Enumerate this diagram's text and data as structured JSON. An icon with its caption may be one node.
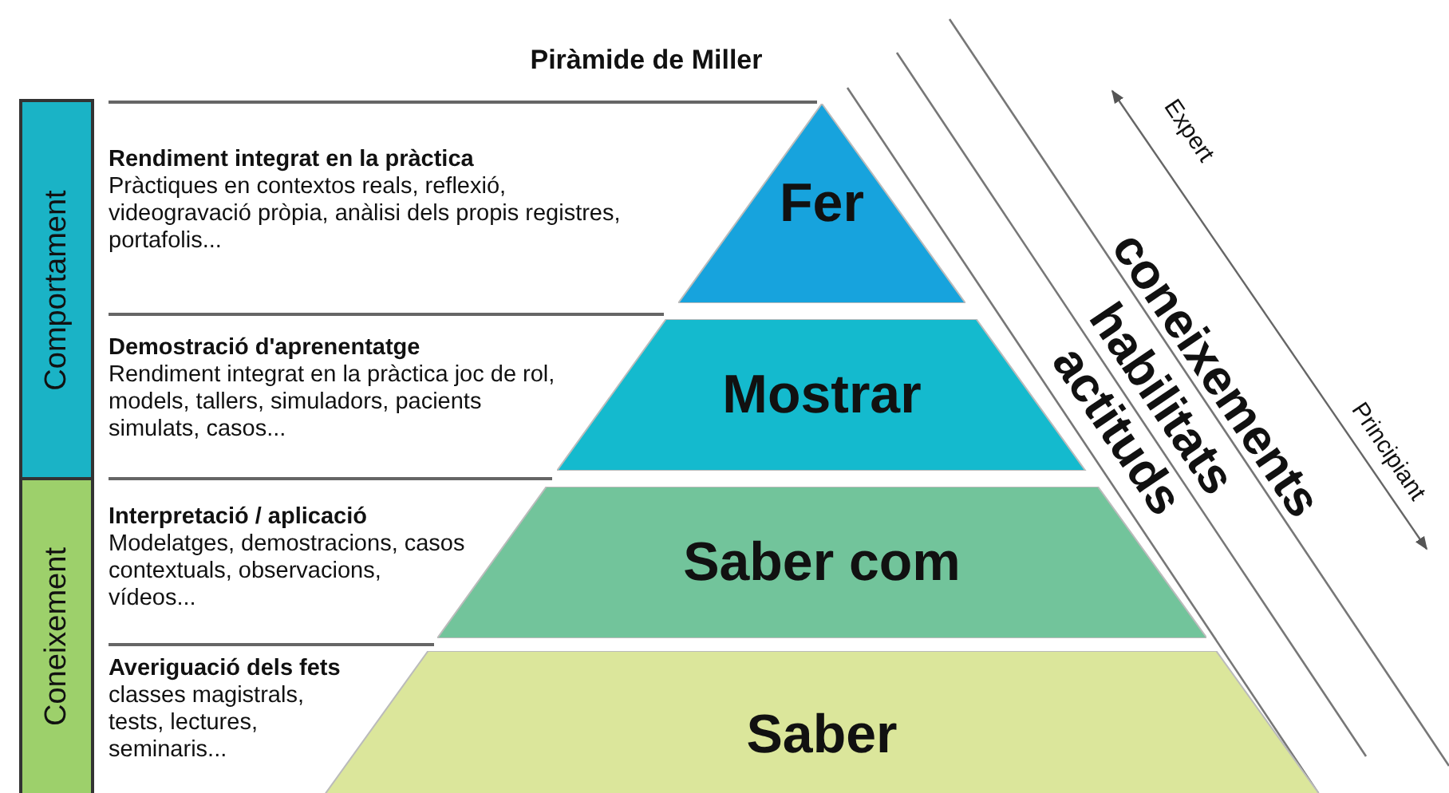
{
  "diagram": {
    "title": "Piràmide de Miller",
    "nodes": [
      {
        "text": [
          "Comportament"
        ]
      },
      {
        "text": [
          "Coneixement"
        ]
      },
      {
        "text": [
          "Rendiment integrat en la pràctica",
          "Pràctiques en contextos reals, reflexió, videogravació pròpia, anàlisi dels propis registres, portafolis..."
        ]
      },
      {
        "text": [
          "Fer"
        ]
      },
      {
        "text": [
          "Demostració d'aprenentatge",
          "Rendiment integrat en la pràctica joc de rol, models, tallers, simuladors, pacients simulats, casos..."
        ]
      },
      {
        "text": [
          "Mostrar"
        ]
      },
      {
        "text": [
          "Interpretació / aplicació",
          "Modelatges, demostracions, casos contextuals, observacions, vídeos..."
        ]
      },
      {
        "text": [
          "Saber com"
        ]
      },
      {
        "text": [
          "Averiguació dels fets",
          "classes magistrals, tests, lectures, seminaris..."
        ]
      },
      {
        "text": [
          "Saber"
        ]
      }
    ],
    "labels": [
      "Expert",
      "coneixements",
      "habilitats",
      "actituds",
      "Principiant"
    ]
  }
}
